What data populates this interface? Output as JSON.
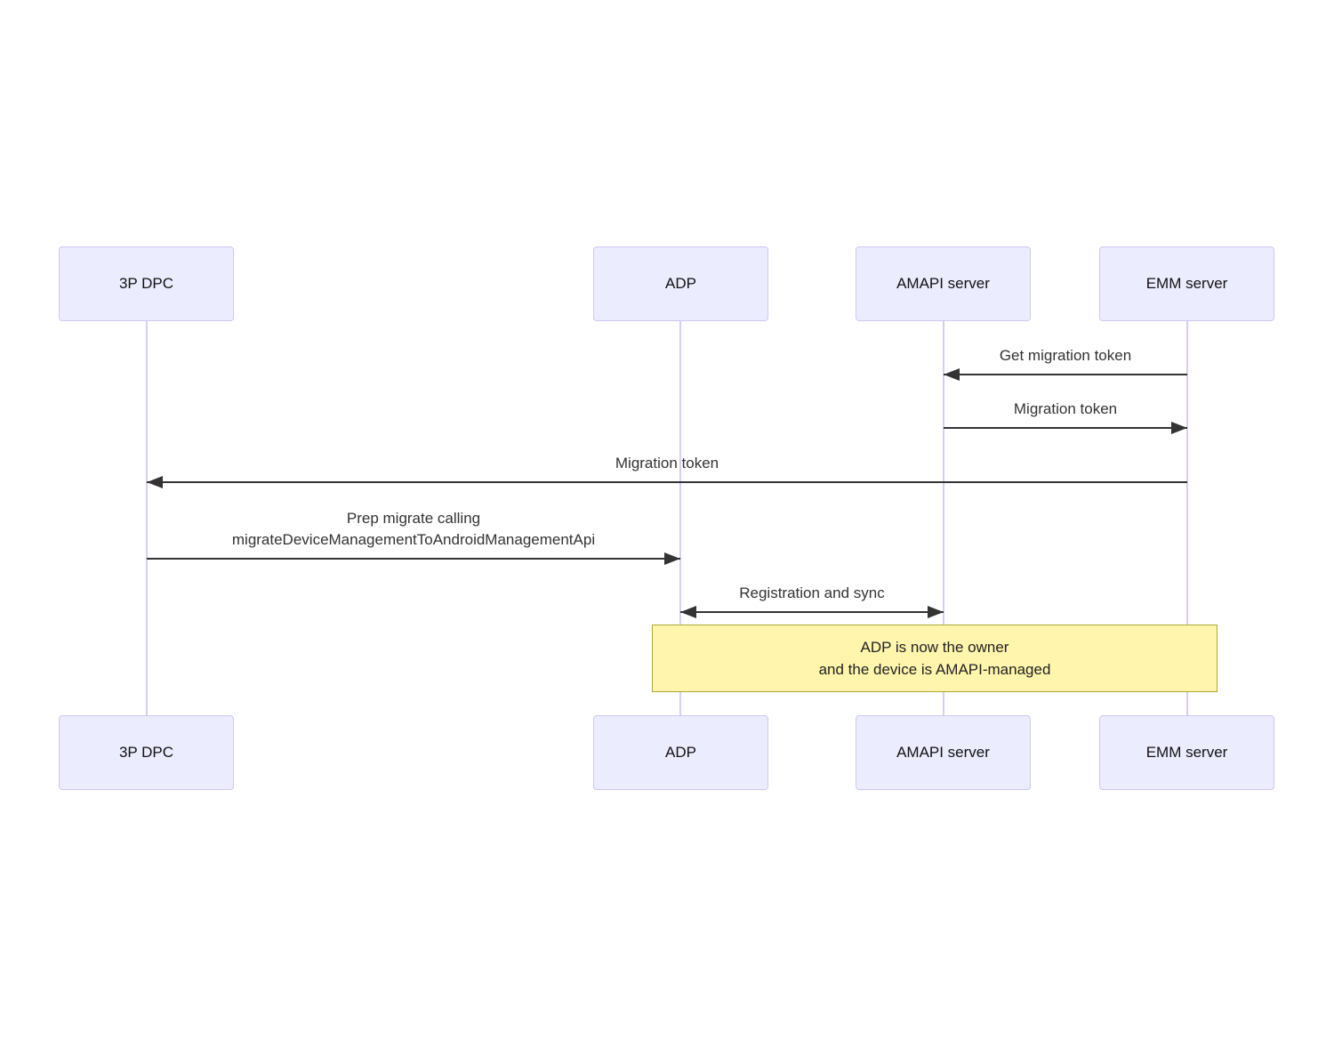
{
  "diagram_type": "sequence-diagram",
  "actors": [
    {
      "id": "3p-dpc",
      "label": "3P DPC"
    },
    {
      "id": "adp",
      "label": "ADP"
    },
    {
      "id": "amapi-server",
      "label": "AMAPI server"
    },
    {
      "id": "emm-server",
      "label": "EMM server"
    }
  ],
  "messages": [
    {
      "from": "emm-server",
      "to": "amapi-server",
      "arrow": "left",
      "label": "Get migration token"
    },
    {
      "from": "amapi-server",
      "to": "emm-server",
      "arrow": "right",
      "label": "Migration token"
    },
    {
      "from": "emm-server",
      "to": "3p-dpc",
      "arrow": "left",
      "label": "Migration token"
    },
    {
      "from": "3p-dpc",
      "to": "adp",
      "arrow": "right",
      "label_line1": "Prep migrate calling",
      "label_line2": "migrateDeviceManagementToAndroidManagementApi"
    },
    {
      "from": "adp",
      "to": "amapi-server",
      "arrow": "both",
      "label": "Registration and sync"
    }
  ],
  "note": {
    "over": [
      "adp",
      "emm-server"
    ],
    "line1": "ADP is now the owner",
    "line2": "and the device is AMAPI-managed"
  },
  "colors": {
    "actor_fill": "#ECECFF",
    "actor_border": "#CFC7F0",
    "lifeline": "#D9CDF1",
    "message_line": "#333333",
    "message_text": "#333333",
    "note_fill": "#FFF5AD",
    "note_border": "#AAAA33",
    "background": "#FFFFFF"
  }
}
